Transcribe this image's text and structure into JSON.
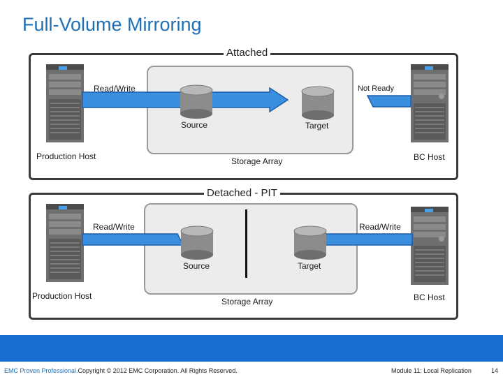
{
  "slide": {
    "title": "Full-Volume Mirroring"
  },
  "attached": {
    "title": "Attached",
    "read_write": "Read/Write",
    "not_ready": "Not Ready",
    "source": "Source",
    "target": "Target",
    "production_host": "Production Host",
    "storage_array": "Storage Array",
    "bc_host": "BC Host"
  },
  "detached": {
    "title": "Detached - PIT",
    "read_write_left": "Read/Write",
    "read_write_right": "Read/Write",
    "source": "Source",
    "target": "Target",
    "production_host": "Production Host",
    "storage_array": "Storage Array",
    "bc_host": "BC Host"
  },
  "footer": {
    "brand": "EMC Proven Professional.",
    "copyright": "Copyright © 2012 EMC Corporation. All Rights Reserved.",
    "module": "Module 11: Local Replication",
    "page": "14"
  },
  "colors": {
    "title": "#1f6fb5",
    "arrow": "#3a8fe0",
    "footer_bar": "#1b6fd3"
  }
}
